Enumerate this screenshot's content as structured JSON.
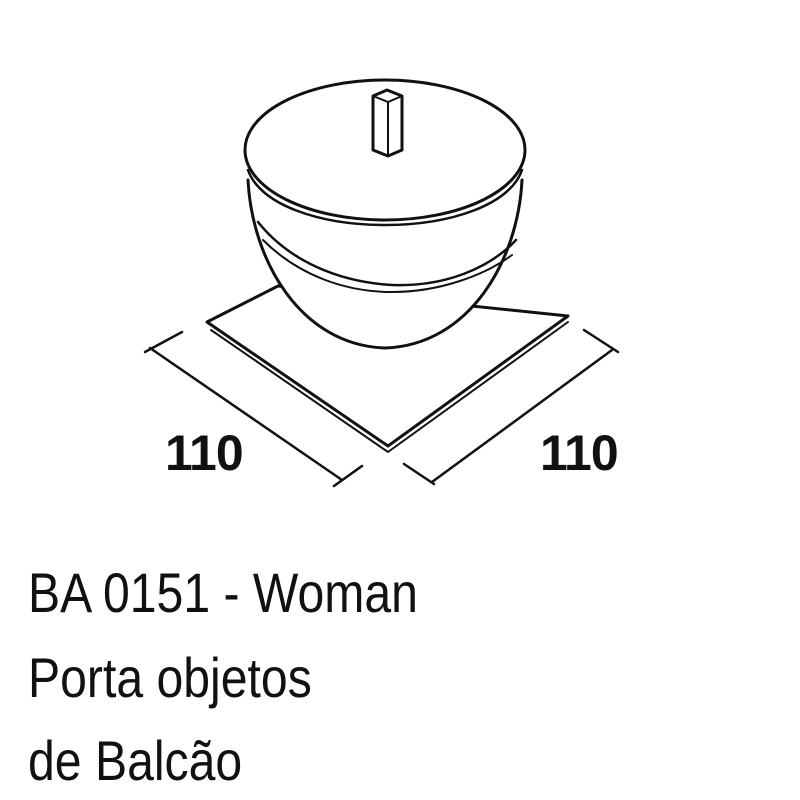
{
  "dimensions": {
    "left_width": "110",
    "right_depth": "110"
  },
  "caption": {
    "line1": "BA 0151 - Woman",
    "line2": "Porta objetos",
    "line3": "de Balcão"
  },
  "colors": {
    "line": "#111111",
    "background": "#ffffff"
  }
}
